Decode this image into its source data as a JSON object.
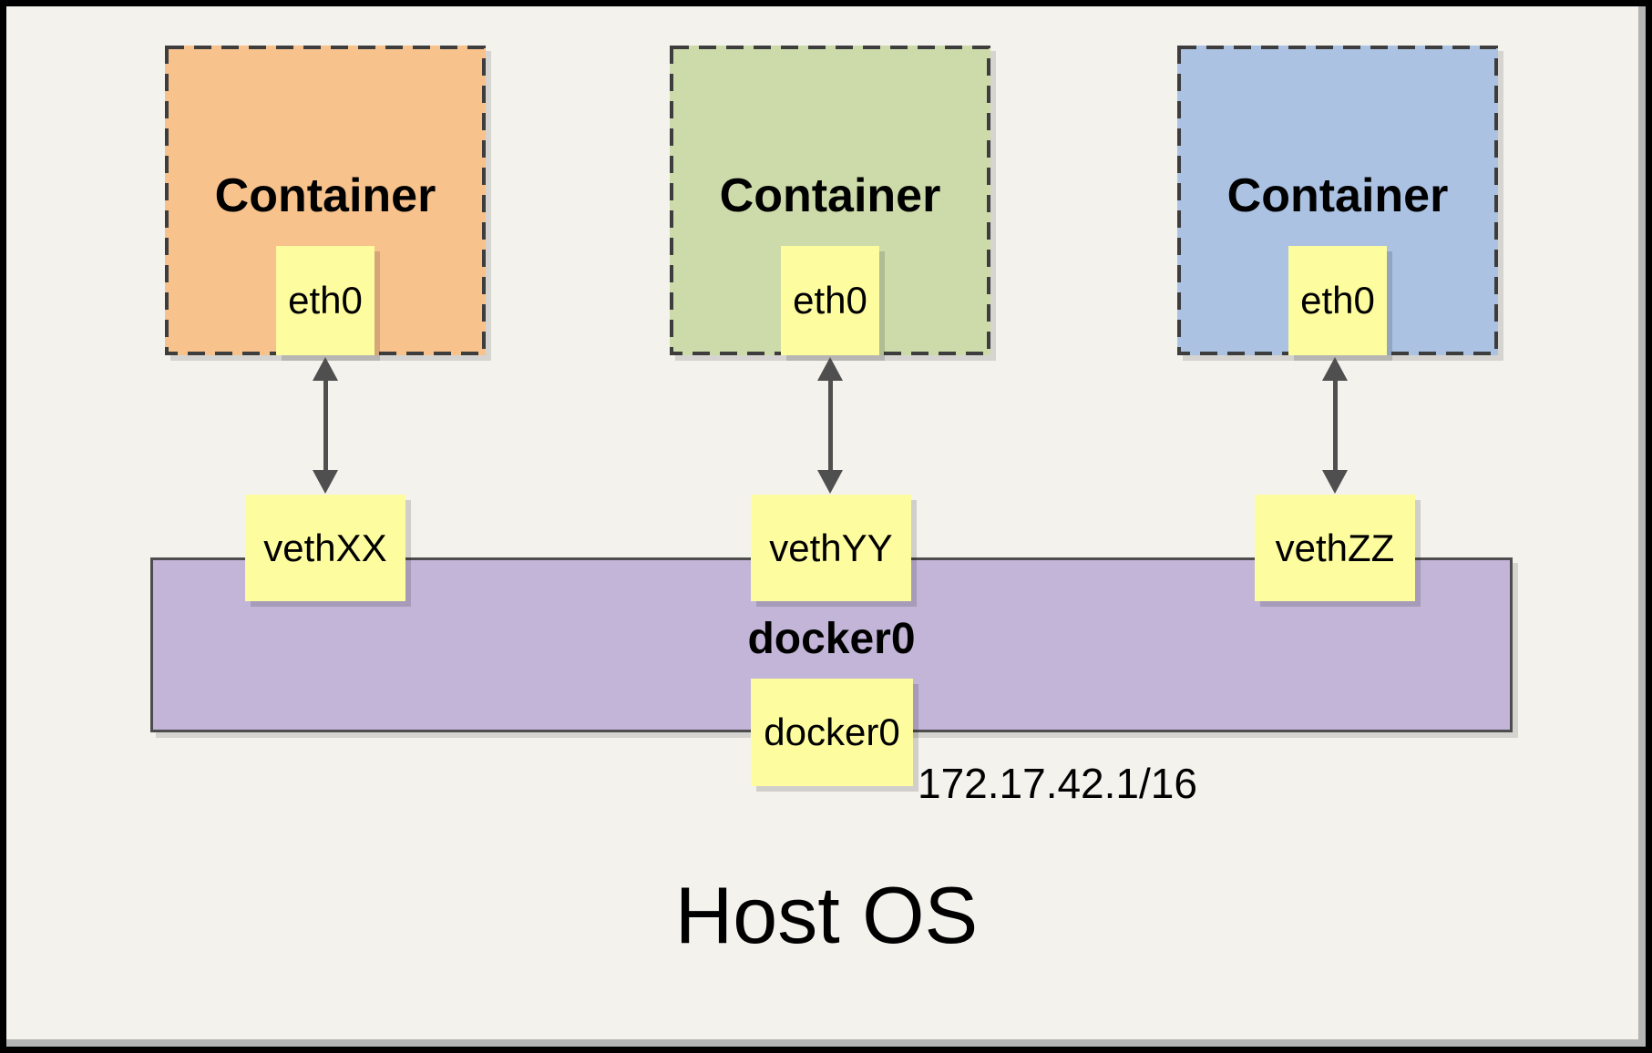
{
  "diagram": {
    "containers": [
      {
        "title": "Container",
        "interface_label": "eth0",
        "veth_label": "vethXX",
        "fill": "#f7c28c"
      },
      {
        "title": "Container",
        "interface_label": "eth0",
        "veth_label": "vethYY",
        "fill": "#cddbaa"
      },
      {
        "title": "Container",
        "interface_label": "eth0",
        "veth_label": "vethZZ",
        "fill": "#abc2e2"
      }
    ],
    "bridge": {
      "name": "docker0",
      "interface_label": "docker0",
      "ip_cidr": "172.17.42.1/16",
      "fill": "#c2b5d7"
    },
    "host_label": "Host OS"
  },
  "colors": {
    "page_background": "#f4f2ed",
    "frame_border": "#000000",
    "frame_shadow": "#b5b5b5",
    "port_yellow": "#fdfc9f",
    "dashed_border": "#3d3d3d",
    "solid_border": "#4d4d4d",
    "arrow": "#4f4f4f",
    "text": "#000000"
  }
}
